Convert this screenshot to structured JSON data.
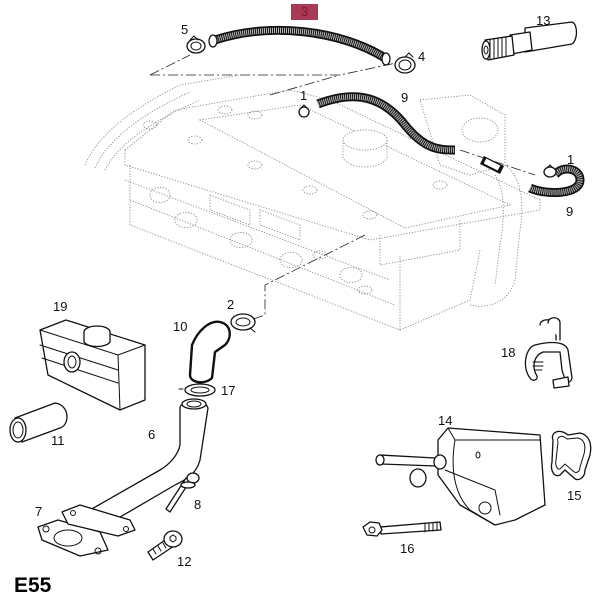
{
  "diagram": {
    "title_code": "E55",
    "highlight_color": "#a83a55",
    "callouts": [
      {
        "id": "c3",
        "label": "3",
        "part": "hose-crankcase-vent-upper",
        "highlighted": true
      },
      {
        "id": "c5",
        "label": "5",
        "part": "hose-clamp"
      },
      {
        "id": "c4",
        "label": "4",
        "part": "hose-clamp"
      },
      {
        "id": "c13",
        "label": "13",
        "part": "threaded-connector"
      },
      {
        "id": "c1a",
        "label": "1",
        "part": "hose-clamp"
      },
      {
        "id": "c9a",
        "label": "9",
        "part": "vent-hose"
      },
      {
        "id": "c1b",
        "label": "1",
        "part": "hose-clamp"
      },
      {
        "id": "c9b",
        "label": "9",
        "part": "vent-hose"
      },
      {
        "id": "c19",
        "label": "19",
        "part": "oil-separator-housing"
      },
      {
        "id": "c2",
        "label": "2",
        "part": "hose-clamp"
      },
      {
        "id": "c10",
        "label": "10",
        "part": "elbow-hose"
      },
      {
        "id": "c17",
        "label": "17",
        "part": "hose-clamp"
      },
      {
        "id": "c18",
        "label": "18",
        "part": "retaining-clip"
      },
      {
        "id": "c11",
        "label": "11",
        "part": "hose-sleeve"
      },
      {
        "id": "c6",
        "label": "6",
        "part": "oil-return-pipe"
      },
      {
        "id": "c14",
        "label": "14",
        "part": "oil-separator"
      },
      {
        "id": "c15",
        "label": "15",
        "part": "gasket"
      },
      {
        "id": "c7",
        "label": "7",
        "part": "flange-gasket"
      },
      {
        "id": "c8",
        "label": "8",
        "part": "bolt-with-washer"
      },
      {
        "id": "c16",
        "label": "16",
        "part": "bolt"
      },
      {
        "id": "c12",
        "label": "12",
        "part": "socket-head-bolt"
      }
    ]
  }
}
